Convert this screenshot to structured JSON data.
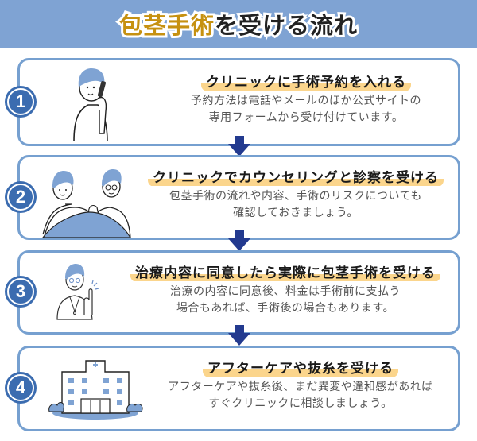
{
  "header": {
    "title_accent": "包茎手術",
    "title_rest": "を受ける流れ"
  },
  "colors": {
    "header_bg": "#7fa3d3",
    "accent": "#c69111",
    "card_border": "#76a0d0",
    "badge": "#3b6cb0",
    "highlight": "#fbd58c",
    "arrow": "#233a8f"
  },
  "steps": [
    {
      "number": "1",
      "title": "クリニックに手術予約を入れる",
      "desc_line1": "予約方法は電話やメールのほか公式サイトの",
      "desc_line2": "専用フォームから受け付けています。",
      "illustration": "person-on-phone-icon"
    },
    {
      "number": "2",
      "title": "クリニックでカウンセリングと診察を受ける",
      "desc_line1": "包茎手術の流れや内容、手術のリスクについても",
      "desc_line2": "確認しておきましょう。",
      "illustration": "counseling-doctor-patient-icon"
    },
    {
      "number": "3",
      "title": "治療内容に同意したら実際に包茎手術を受ける",
      "desc_line1": "治療の内容に同意後、料金は手術前に支払う",
      "desc_line2": "場合もあれば、手術後の場合もあります。",
      "illustration": "doctor-pointing-icon"
    },
    {
      "number": "4",
      "title": "アフターケアや抜糸を受ける",
      "desc_line1": "アフターケアや抜糸後、まだ異変や違和感があれば",
      "desc_line2": "すぐクリニックに相談しましょう。",
      "illustration": "hospital-building-icon"
    }
  ]
}
